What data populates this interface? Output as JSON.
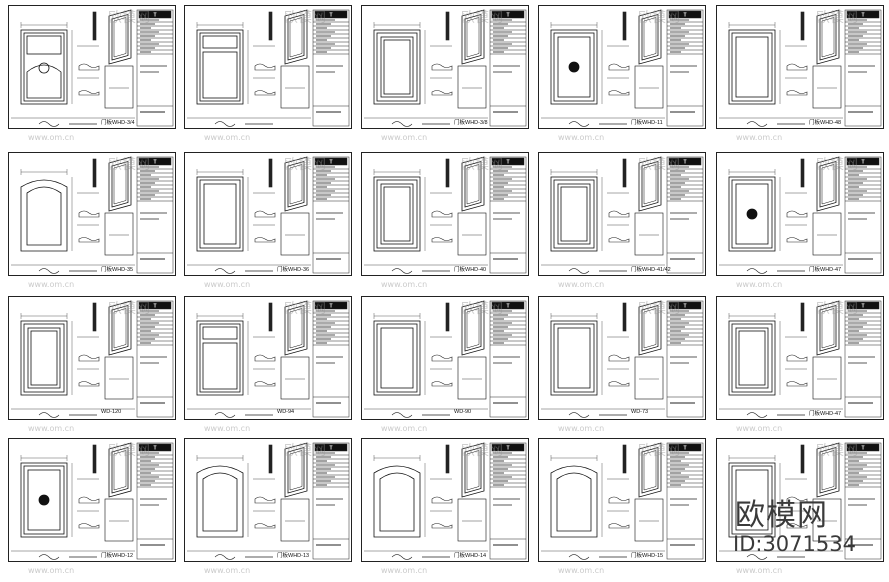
{
  "sheets": [
    {
      "caption": "门板WHD-3/4",
      "shape": "ornate"
    },
    {
      "caption": "",
      "shape": "drawer"
    },
    {
      "caption": "门板WHD-3/8",
      "shape": "raised"
    },
    {
      "caption": "门板WHD-11",
      "shape": "medallion"
    },
    {
      "caption": "门板WHD-48",
      "shape": "plain"
    },
    {
      "caption": "门板WHD-35",
      "shape": "arch"
    },
    {
      "caption": "门板WHD-36",
      "shape": "plain"
    },
    {
      "caption": "门板WHD-40",
      "shape": "raised"
    },
    {
      "caption": "门板WHD-41/42",
      "shape": "raised"
    },
    {
      "caption": "门板WHD-47",
      "shape": "medallion"
    },
    {
      "caption": "WD-120",
      "shape": "raised"
    },
    {
      "caption": "WD-94",
      "shape": "drawer"
    },
    {
      "caption": "WD-90",
      "shape": "plain"
    },
    {
      "caption": "WD-73",
      "shape": "plain"
    },
    {
      "caption": "门板WHD-47",
      "shape": "raised"
    },
    {
      "caption": "门板WHD-12",
      "shape": "medallion"
    },
    {
      "caption": "门板WHD-13",
      "shape": "arch"
    },
    {
      "caption": "门板WHD-14",
      "shape": "arch"
    },
    {
      "caption": "门板WHD-15",
      "shape": "arch"
    },
    {
      "caption": "",
      "shape": "plain"
    }
  ],
  "brand_logo_text": "T",
  "watermarks": {
    "site": "欧模网",
    "url": "www.om.cn"
  },
  "brand": {
    "name": "欧模网",
    "id_label": "ID:3071534"
  }
}
